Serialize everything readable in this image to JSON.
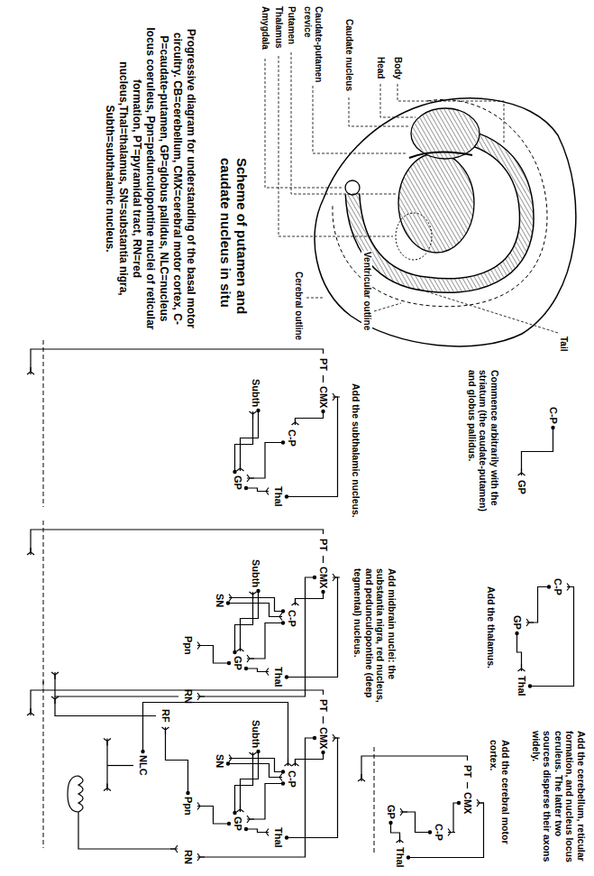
{
  "diagram": {
    "title": "Scheme of putamen and caudate nucleus in situ",
    "caption": "Progressive diagram for understanding of the basal motor circuitry. CB=cerebellum, CMX=cerebral motor cortex, C-P=caudate-putamen, GP=globus pallidus, NLC=nucleus locus coeruleus, Ppn=pedunculopontine nuclei of reticular formation, PT=pyramidal tract, RN=red nucleus,Thal=thalamus, SN=substantia nigra, Subth=subthalamic nucleus.",
    "nodes": [
      {
        "text": [
          "C-P"
        ]
      },
      {
        "text": [
          "GP"
        ]
      },
      {
        "text": [
          "C-P"
        ]
      },
      {
        "text": [
          "Thal"
        ]
      },
      {
        "text": [
          "GP"
        ]
      },
      {
        "text": [
          "CMX"
        ]
      },
      {
        "text": [
          "PT"
        ]
      },
      {
        "text": [
          "C-P"
        ]
      },
      {
        "text": [
          "Thal"
        ]
      },
      {
        "text": [
          "GP"
        ]
      },
      {
        "text": [
          "CMX"
        ]
      },
      {
        "text": [
          "PT"
        ]
      },
      {
        "text": [
          "C-P"
        ]
      },
      {
        "text": [
          "Subth"
        ]
      },
      {
        "text": [
          "GP"
        ]
      },
      {
        "text": [
          "Thal"
        ]
      },
      {
        "text": [
          "CMX"
        ]
      },
      {
        "text": [
          "PT"
        ]
      },
      {
        "text": [
          "C-P"
        ]
      },
      {
        "text": [
          "Subth"
        ]
      },
      {
        "text": [
          "SN"
        ]
      },
      {
        "text": [
          "GP"
        ]
      },
      {
        "text": [
          "Thal"
        ]
      },
      {
        "text": [
          "Ppn"
        ]
      },
      {
        "text": [
          "RN"
        ]
      },
      {
        "text": [
          "CMX"
        ]
      },
      {
        "text": [
          "PT"
        ]
      },
      {
        "text": [
          "C-P"
        ]
      },
      {
        "text": [
          "Subth"
        ]
      },
      {
        "text": [
          "SN"
        ]
      },
      {
        "text": [
          "GP"
        ]
      },
      {
        "text": [
          "Thal"
        ]
      },
      {
        "text": [
          "RF"
        ]
      },
      {
        "text": [
          "Ppn"
        ]
      },
      {
        "text": [
          "RN"
        ]
      },
      {
        "text": [
          "NLC"
        ]
      }
    ],
    "edges": [
      {
        "from": 0,
        "to": 1,
        "arrow": "to"
      },
      {
        "from": 2,
        "to": 4,
        "arrow": "to"
      },
      {
        "from": 4,
        "to": 3,
        "arrow": "to"
      },
      {
        "from": 3,
        "to": 2,
        "arrow": "to"
      },
      {
        "from": 5,
        "to": 6,
        "arrow": "none"
      },
      {
        "from": 7,
        "to": 9,
        "arrow": "to"
      },
      {
        "from": 9,
        "to": 8,
        "arrow": "to"
      },
      {
        "from": 8,
        "to": 5,
        "arrow": "to"
      },
      {
        "from": 5,
        "to": 7,
        "arrow": "to"
      },
      {
        "from": 10,
        "to": 11,
        "arrow": "none"
      },
      {
        "from": 12,
        "to": 14,
        "arrow": "to"
      },
      {
        "from": 14,
        "to": 15,
        "arrow": "to"
      },
      {
        "from": 15,
        "to": 10,
        "arrow": "to"
      },
      {
        "from": 10,
        "to": 12,
        "arrow": "to"
      },
      {
        "from": 14,
        "to": 13,
        "arrow": "to"
      },
      {
        "from": 13,
        "to": 14,
        "arrow": "to"
      },
      {
        "from": 16,
        "to": 17,
        "arrow": "none"
      },
      {
        "from": 18,
        "to": 21,
        "arrow": "to"
      },
      {
        "from": 21,
        "to": 22,
        "arrow": "to"
      },
      {
        "from": 22,
        "to": 16,
        "arrow": "to"
      },
      {
        "from": 16,
        "to": 18,
        "arrow": "to"
      },
      {
        "from": 21,
        "to": 19,
        "arrow": "to"
      },
      {
        "from": 19,
        "to": 21,
        "arrow": "to"
      },
      {
        "from": 20,
        "to": 18,
        "arrow": "to"
      },
      {
        "from": 18,
        "to": 20,
        "arrow": "to"
      },
      {
        "from": 21,
        "to": 23,
        "arrow": "to"
      },
      {
        "from": 16,
        "to": 24,
        "arrow": "to"
      },
      {
        "from": 25,
        "to": 26,
        "arrow": "none"
      },
      {
        "from": 27,
        "to": 30,
        "arrow": "to"
      },
      {
        "from": 30,
        "to": 31,
        "arrow": "to"
      },
      {
        "from": 31,
        "to": 25,
        "arrow": "to"
      },
      {
        "from": 25,
        "to": 27,
        "arrow": "to"
      },
      {
        "from": 30,
        "to": 28,
        "arrow": "to"
      },
      {
        "from": 28,
        "to": 30,
        "arrow": "to"
      },
      {
        "from": 29,
        "to": 27,
        "arrow": "to"
      },
      {
        "from": 27,
        "to": 29,
        "arrow": "to"
      },
      {
        "from": 30,
        "to": 33,
        "arrow": "to"
      },
      {
        "from": 25,
        "to": 34,
        "arrow": "to"
      },
      {
        "from": 33,
        "to": 32,
        "arrow": "to"
      },
      {
        "from": 35,
        "to": 27,
        "arrow": "to"
      }
    ],
    "labels": [
      "Caudate nucleus",
      "Head",
      "Body",
      "Tail",
      "Caudate-putamen crevice",
      "Putamen",
      "Thalamus",
      "Amygdala",
      "Cerebral outline",
      "Ventricular outline",
      "Commence arbitrarily with the striatum (the caudate-putamen) and globus pallidus.",
      "Add the thalamus.",
      "Add the cerebral motor cortex.",
      "Add the subthalamic nucleus.",
      "Add midbrain nuclei: the substantia nigra, red nucleus, and pedunculopontine (deep tegmental) nucleus.",
      "Add the cerebellum, reticular formation, and nucleus locus ceruleus. The latter two sources disperse their axons widely."
    ]
  }
}
